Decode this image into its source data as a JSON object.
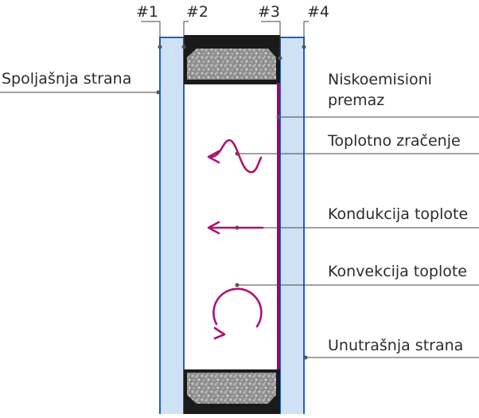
{
  "surfaces": {
    "s1": "#1",
    "s2": "#2",
    "s3": "#3",
    "s4": "#4"
  },
  "labels": {
    "outside": "Spoljašnja strana",
    "coating_line1": "Niskoemisioni",
    "coating_line2": "premaz",
    "radiation": "Toplotno zračenje",
    "conduction": "Kondukcija toplote",
    "convection": "Konvekcija toplote",
    "inside": "Unutrašnja strana"
  },
  "colors": {
    "glass_fill": "#cfe2f5",
    "glass_edge": "#1f5fd1",
    "coating": "#a2006d",
    "arrow": "#b0126f",
    "spacer": "#1a1a1a",
    "desiccant": "#8a8a8a",
    "leader": "#444444"
  }
}
